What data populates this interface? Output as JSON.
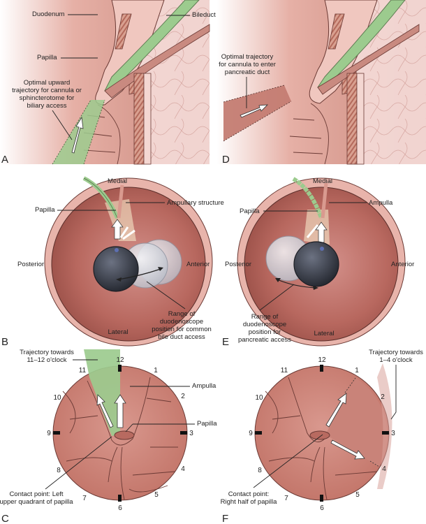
{
  "figure": {
    "panels": [
      {
        "id": "A",
        "letter": "A",
        "labels": {
          "duodenum": "Duodenum",
          "bileduct": "Bileduct",
          "papilla": "Papilla",
          "trajectory": [
            "Optimal upward",
            "trajectory for cannula or",
            "sphincterotome for",
            "biliary access"
          ]
        }
      },
      {
        "id": "D",
        "letter": "D",
        "labels": {
          "trajectory": [
            "Optimal trajectory",
            "for cannula to enter",
            "pancreatic duct"
          ]
        }
      },
      {
        "id": "B",
        "letter": "B",
        "labels": {
          "medial": "Medial",
          "papilla": "Papilla",
          "ampullary": "Ampullary structure",
          "posterior": "Posterior",
          "anterior": "Anterior",
          "lateral": "Lateral",
          "range": [
            "Range of",
            "duodenoscope",
            "position for common",
            "bile duct access"
          ]
        }
      },
      {
        "id": "E",
        "letter": "E",
        "labels": {
          "medial": "Medial",
          "papilla": "Papilla",
          "ampulla": "Ampulla",
          "posterior": "Posterior",
          "anterior": "Anterior",
          "lateral": "Lateral",
          "range": [
            "Range of",
            "duodenoscope",
            "position for",
            "pancreatic access"
          ]
        }
      },
      {
        "id": "C",
        "letter": "C",
        "labels": {
          "trajectory": [
            "Trajectory towards",
            "11–12 o'clock"
          ],
          "ampulla": "Ampulla",
          "papilla": "Papilla",
          "contact": [
            "Contact point: Left",
            "upper quadrant of papilla"
          ]
        },
        "clock_numbers": [
          "12",
          "1",
          "2",
          "3",
          "4",
          "5",
          "6",
          "7",
          "8",
          "9",
          "10",
          "11"
        ]
      },
      {
        "id": "F",
        "letter": "F",
        "labels": {
          "trajectory": [
            "Trajectory towards",
            "1–4 o'clock"
          ],
          "contact": [
            "Contact point:",
            "Right half of papilla"
          ]
        },
        "clock_numbers": [
          "12",
          "1",
          "2",
          "3",
          "4",
          "5",
          "6",
          "7",
          "8",
          "9",
          "10",
          "11"
        ]
      }
    ],
    "colors": {
      "bile_green": "#9ccb8e",
      "tissue_pink": "#d99a8f",
      "mucosa": "#c97a6e",
      "fat": "#f3d6d3",
      "scope_dark": "#3d4250",
      "scope_light": "#d9dce3"
    }
  }
}
